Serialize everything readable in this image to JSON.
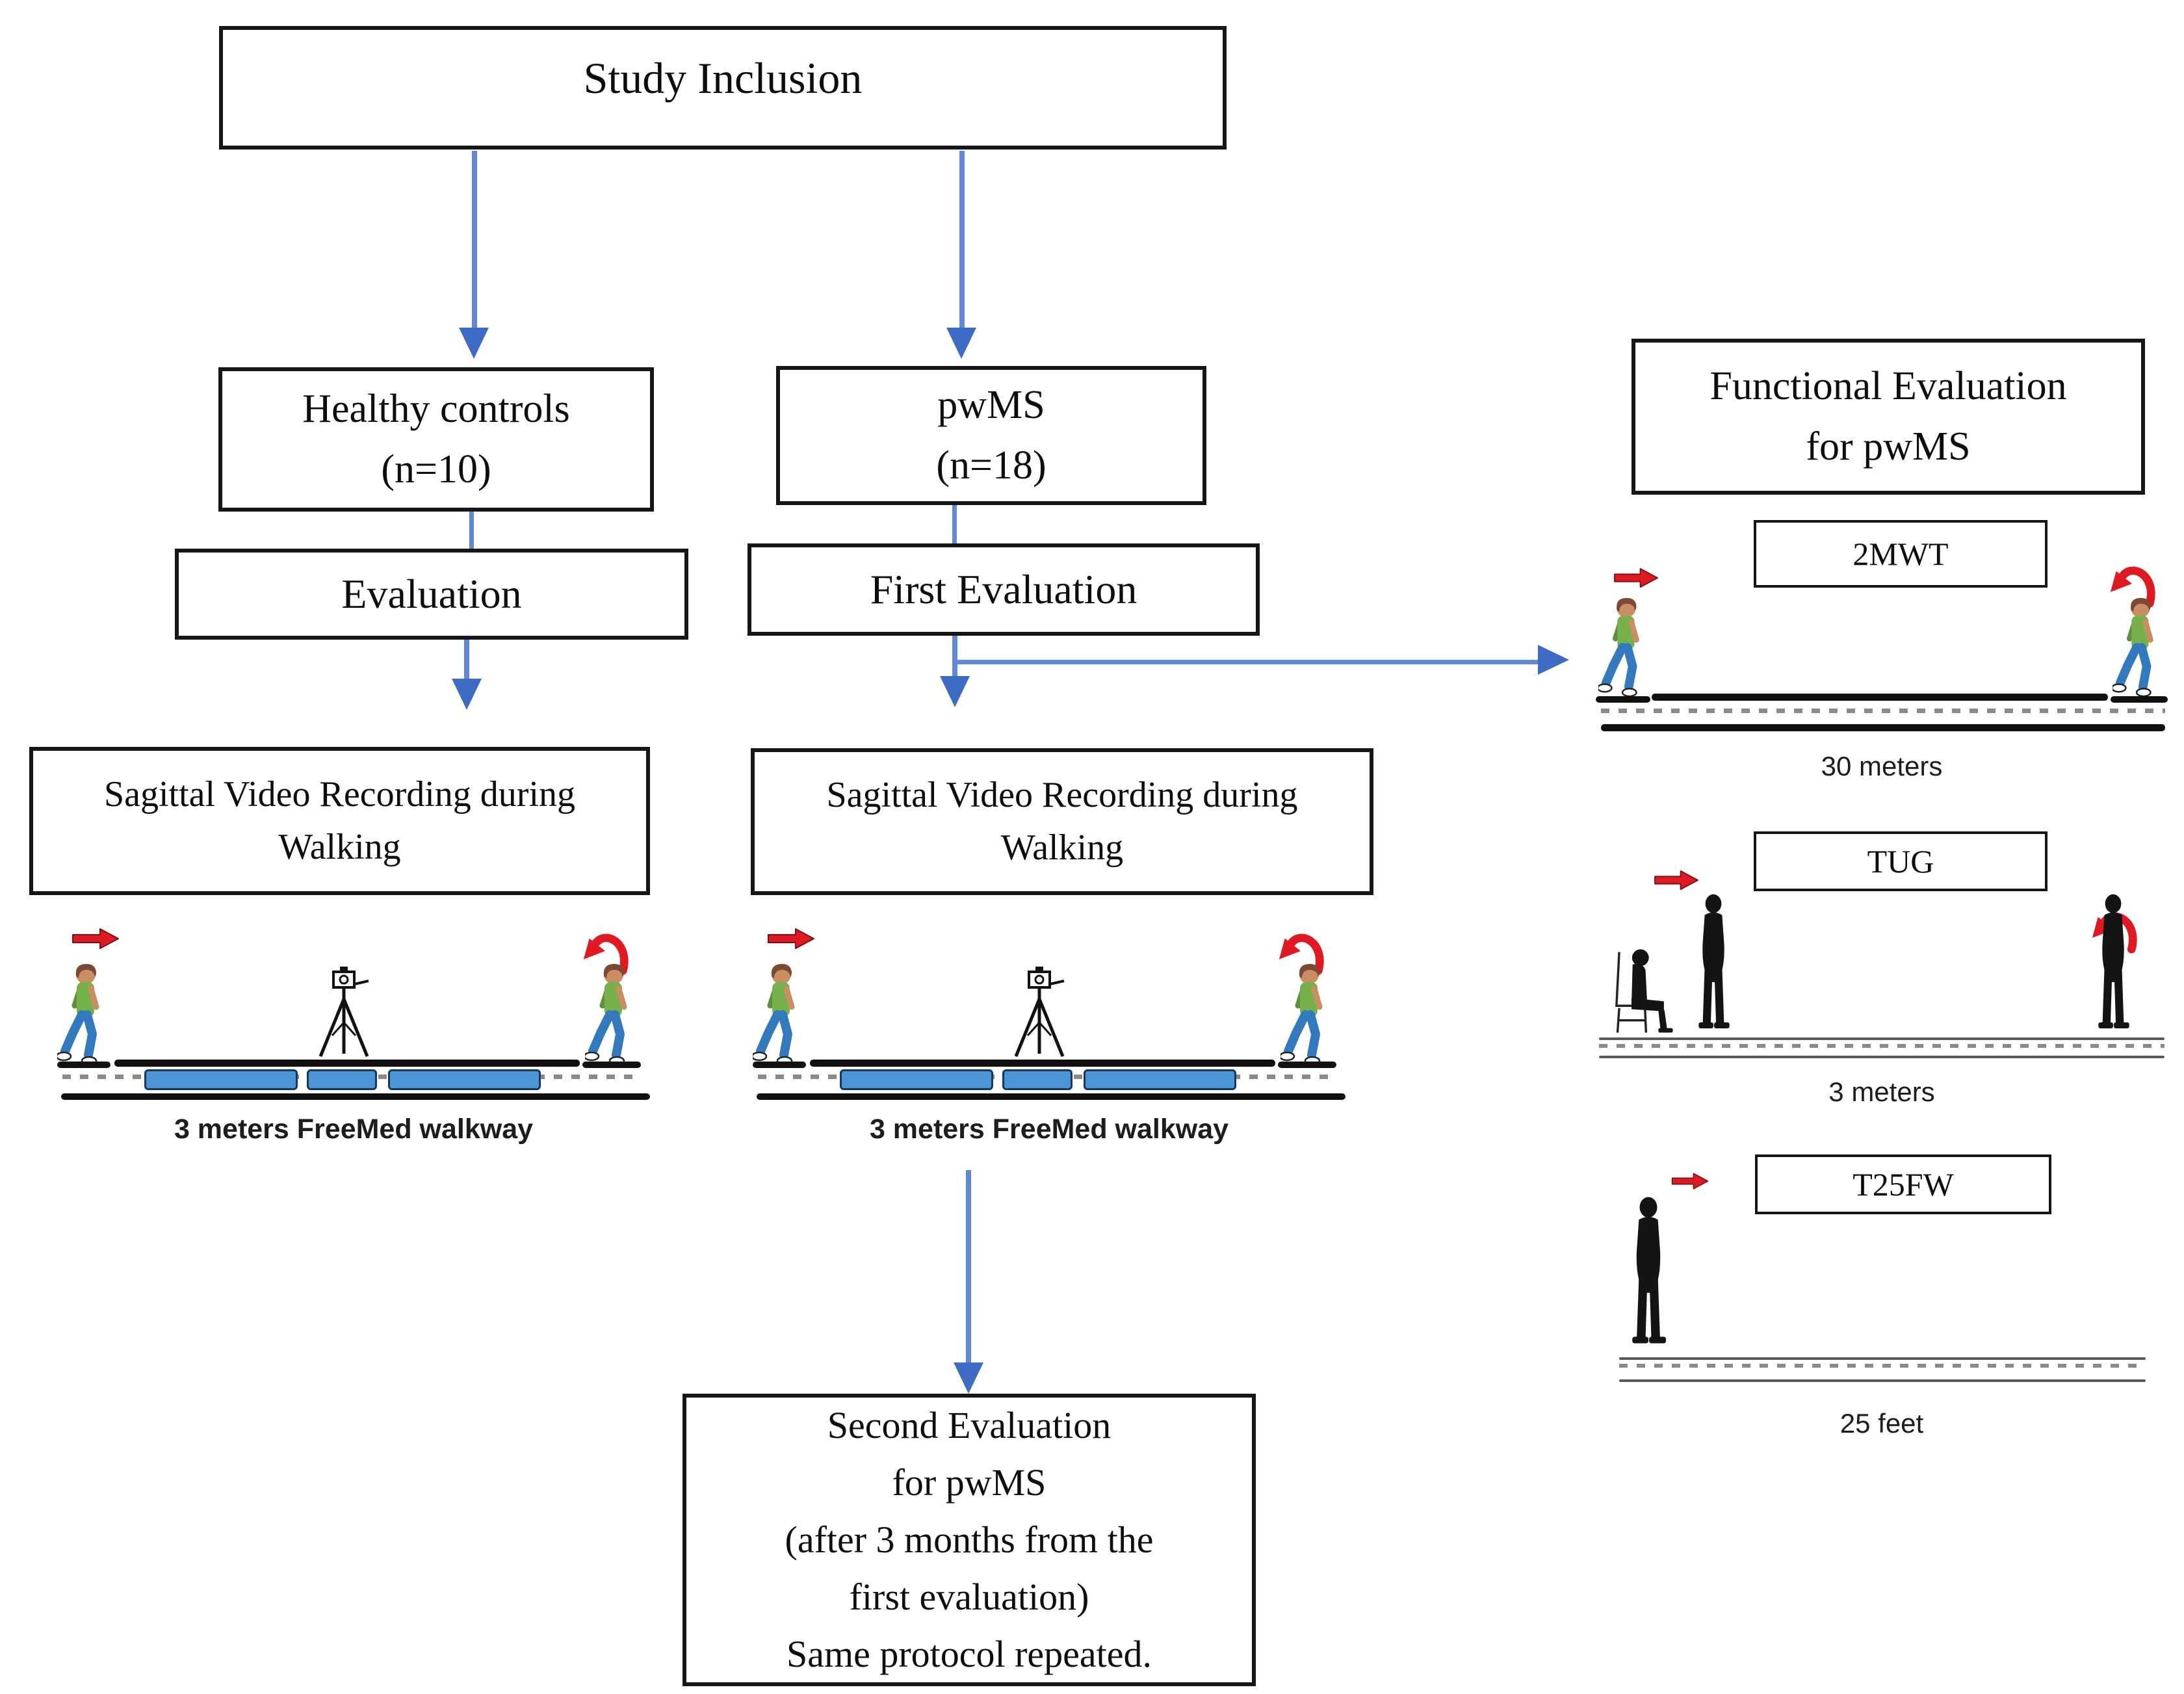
{
  "diagram": {
    "title_box": "Study Inclusion",
    "boxes": {
      "study_inclusion": "Study Inclusion",
      "healthy_controls": [
        "Healthy controls",
        "(n=10)"
      ],
      "pwms": [
        "pwMS",
        "(n=18)"
      ],
      "evaluation": "Evaluation",
      "first_evaluation": "First Evaluation",
      "sagittal_video": [
        "Sagittal Video Recording during",
        "Walking"
      ],
      "functional_evaluation": [
        "Functional Evaluation",
        "for pwMS"
      ],
      "second_evaluation": [
        "Second Evaluation",
        "for pwMS",
        "(after 3 months from the",
        "first evaluation)",
        "Same protocol repeated."
      ]
    },
    "tests": {
      "mwt2": "2MWT",
      "tug": "TUG",
      "t25fw": "T25FW"
    },
    "distances": {
      "m30": "30 meters",
      "m3": "3 meters",
      "f25": "25 feet"
    },
    "walkway_label": "3 meters FreeMed walkway",
    "icons": [
      "right-arrow-icon",
      "u-turn-arrow-icon",
      "walking-child-icon",
      "camera-tripod-icon",
      "standing-person-icon",
      "sitting-person-icon"
    ],
    "colors": {
      "arrow_blue": "#3E6CC5",
      "arrow_blue_light": "#6189D6",
      "arrow_red": "#DF1A22",
      "mat_blue": "#4C96D7",
      "mat_border": "#17375E",
      "silhouette": "#141414",
      "box_border": "#161616",
      "track_black": "#111111",
      "track_gray": "#5A5A5A",
      "dash_gray": "#8A8A8A",
      "label_gray": "#1D1D1D",
      "kid_skin": "#C98E62",
      "kid_hair": "#7C4935",
      "kid_shirt": "#77B14B",
      "kid_pants": "#3379BD"
    }
  }
}
